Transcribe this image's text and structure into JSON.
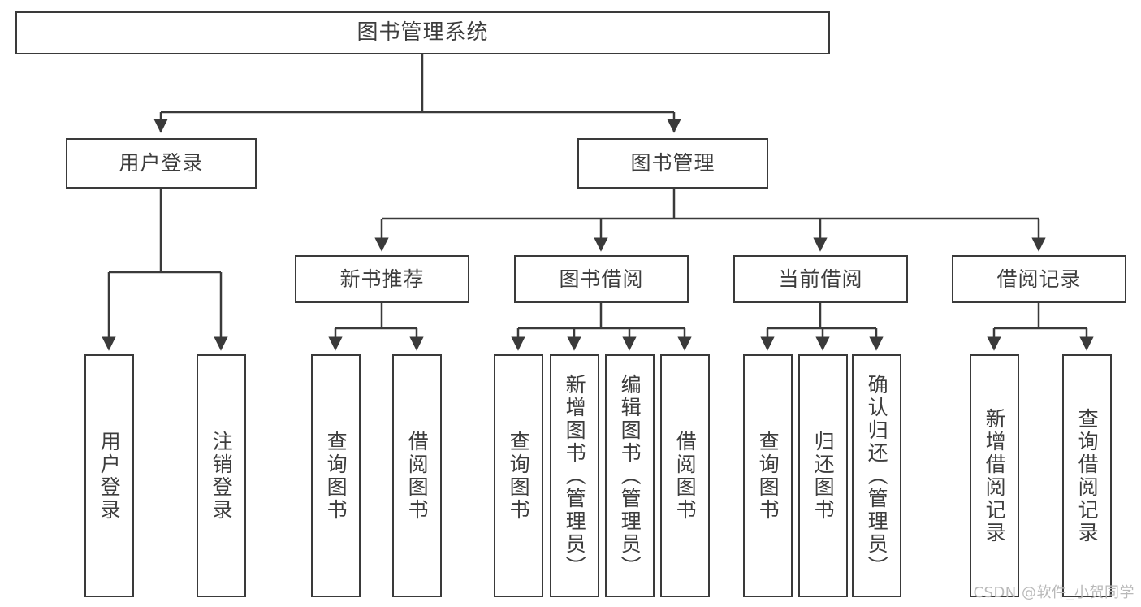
{
  "diagram": {
    "title": "图书管理系统",
    "type": "tree-hierarchy",
    "root": {
      "id": "root",
      "label": "图书管理系统"
    },
    "level2": [
      {
        "id": "user-login",
        "label": "用户登录"
      },
      {
        "id": "book-manage",
        "label": "图书管理"
      }
    ],
    "level3": [
      {
        "id": "new-book-rec",
        "label": "新书推荐",
        "parent": "book-manage"
      },
      {
        "id": "book-borrow",
        "label": "图书借阅",
        "parent": "book-manage"
      },
      {
        "id": "current-borrow",
        "label": "当前借阅",
        "parent": "book-manage"
      },
      {
        "id": "borrow-record",
        "label": "借阅记录",
        "parent": "book-manage"
      }
    ],
    "leaves": [
      {
        "id": "leaf-user-login",
        "label": "用户登录",
        "parent": "user-login"
      },
      {
        "id": "leaf-logout",
        "label": "注销登录",
        "parent": "user-login"
      },
      {
        "id": "leaf-query-book-1",
        "label": "查询图书",
        "parent": "new-book-rec"
      },
      {
        "id": "leaf-borrow-book-1",
        "label": "借阅图书",
        "parent": "new-book-rec"
      },
      {
        "id": "leaf-query-book-2",
        "label": "查询图书",
        "parent": "book-borrow"
      },
      {
        "id": "leaf-add-book",
        "label": "新增图书（管理员）",
        "parent": "book-borrow"
      },
      {
        "id": "leaf-edit-book",
        "label": "编辑图书（管理员）",
        "parent": "book-borrow"
      },
      {
        "id": "leaf-borrow-book-2",
        "label": "借阅图书",
        "parent": "book-borrow"
      },
      {
        "id": "leaf-query-book-3",
        "label": "查询图书",
        "parent": "current-borrow"
      },
      {
        "id": "leaf-return-book",
        "label": "归还图书",
        "parent": "current-borrow"
      },
      {
        "id": "leaf-confirm-return",
        "label": "确认归还（管理员）",
        "parent": "current-borrow"
      },
      {
        "id": "leaf-add-record",
        "label": "新增借阅记录",
        "parent": "borrow-record"
      },
      {
        "id": "leaf-query-record",
        "label": "查询借阅记录",
        "parent": "borrow-record"
      }
    ],
    "colors": {
      "stroke": "#3a3a3a",
      "text": "#3d3d3d",
      "background": "#ffffff",
      "watermark": "#b9b9b9"
    }
  },
  "watermark": {
    "text": "CSDN @软件_小贺同学"
  }
}
